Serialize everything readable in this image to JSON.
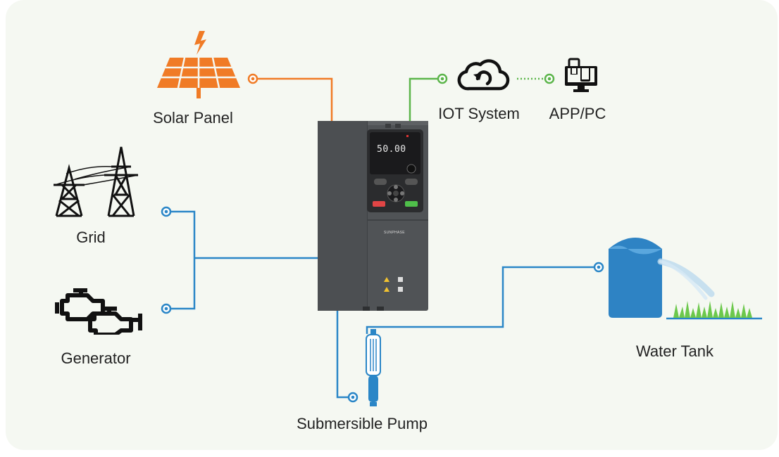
{
  "labels": {
    "solar_panel": "Solar Panel",
    "iot_system": "IOT System",
    "app_pc": "APP/PC",
    "grid": "Grid",
    "generator": "Generator",
    "water_tank": "Water Tank",
    "submersible_pump": "Submersible Pump"
  },
  "inverter": {
    "display_value": "50.00",
    "brand": "SUNPHASE"
  },
  "colors": {
    "solar_line": "#f07b26",
    "iot_line": "#5cb54b",
    "water_line": "#2a86c7",
    "inverter_body": "#505356",
    "tank": "#2e83c4"
  }
}
